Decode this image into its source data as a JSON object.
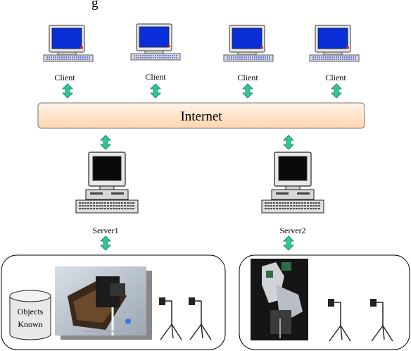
{
  "header_fragment": "g",
  "clients": [
    {
      "label": "Client"
    },
    {
      "label": "Client"
    },
    {
      "label": "Client"
    },
    {
      "label": "Client"
    }
  ],
  "internet": {
    "label": "Internet"
  },
  "servers": [
    {
      "label": "Server1"
    },
    {
      "label": "Server2"
    }
  ],
  "database": {
    "line1": "Objects",
    "line2": "Known"
  },
  "colors": {
    "arrow": "#2fc69a",
    "internet_fill_top": "#ffeede",
    "internet_fill_bottom": "#ffd8b4",
    "screen": "#0a2fd8",
    "panel_border": "#000000"
  },
  "icons": {
    "client_computer": "desktop-computer-icon",
    "server_computer": "server-computer-icon",
    "database": "database-cylinder-icon",
    "camera": "tripod-camera-icon",
    "arm_photo": "robot-arm-photo",
    "pan_tilt_photo": "pan-tilt-camera-photo"
  }
}
